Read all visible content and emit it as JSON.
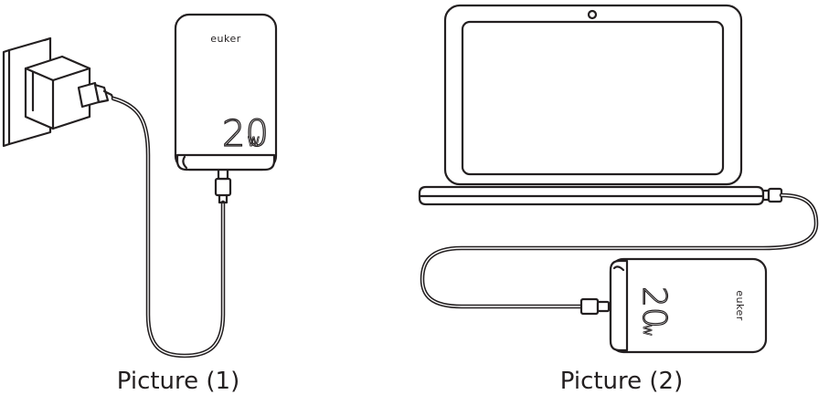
{
  "captions": {
    "picture_1": "Picture (1)",
    "picture_2": "Picture (2)"
  },
  "device": {
    "brand": "euker",
    "wattage_number": "20",
    "wattage_unit": "W"
  },
  "colors": {
    "line": "#231f20",
    "background": "#ffffff"
  },
  "icons": [
    "wall-socket-icon",
    "wall-charger-icon",
    "power-bank-icon",
    "laptop-icon",
    "usb-c-cable-icon"
  ]
}
